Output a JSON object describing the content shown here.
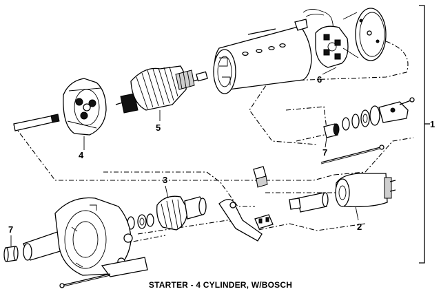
{
  "caption": "STARTER - 4 CYLINDER, W/BOSCH",
  "callouts": {
    "c1": "1",
    "c2": "2",
    "c3": "3",
    "c4": "4",
    "c5": "5",
    "c6": "6",
    "c7a": "7",
    "c7b": "7"
  }
}
